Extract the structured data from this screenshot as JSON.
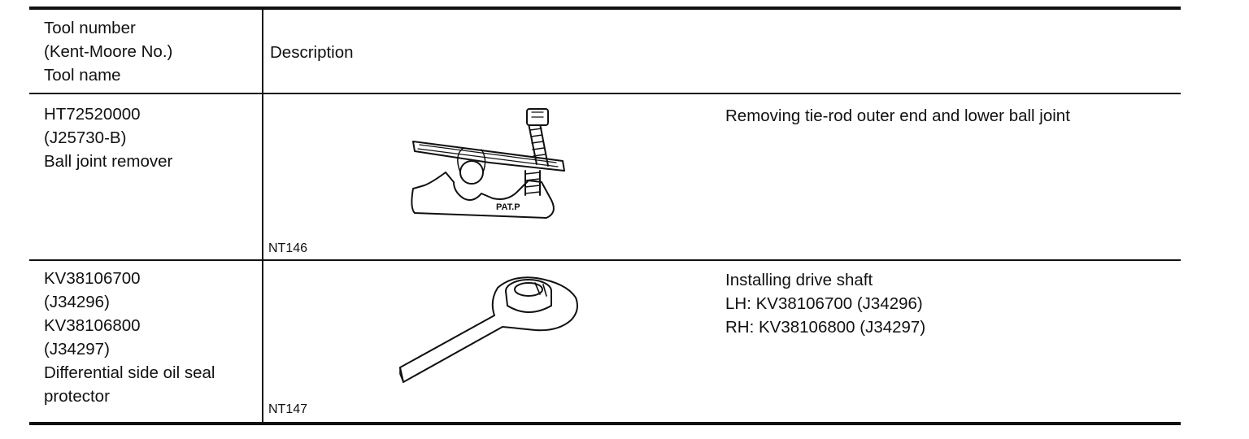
{
  "header": {
    "tool_col": [
      "Tool number",
      "(Kent-Moore No.)",
      "Tool name"
    ],
    "description_col": "Description"
  },
  "rows": [
    {
      "tool_lines": [
        "HT72520000",
        "(J25730-B)",
        "Ball joint remover"
      ],
      "figure_code": "NT146",
      "figure_stamp": "PAT.P",
      "figure_icon": "ball-joint-remover-illustration",
      "description_lines": [
        "Removing tie-rod outer end and lower ball joint"
      ]
    },
    {
      "tool_lines": [
        "KV38106700",
        "(J34296)",
        "KV38106800",
        "(J34297)",
        "Differential side oil seal",
        "protector"
      ],
      "figure_code": "NT147",
      "figure_icon": "oil-seal-protector-illustration",
      "description_lines": [
        "Installing drive shaft",
        "LH: KV38106700 (J34296)",
        "RH: KV38106800 (J34297)"
      ]
    }
  ]
}
